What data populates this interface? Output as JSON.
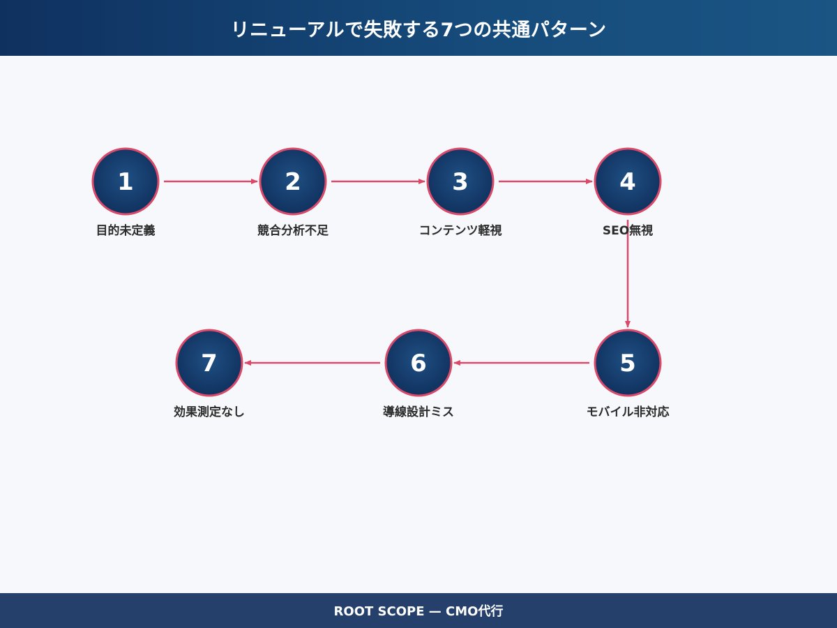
{
  "header": {
    "title": "リニューアルで失敗する7つの共通パターン"
  },
  "steps": [
    {
      "number": "1",
      "label": "目的未定義"
    },
    {
      "number": "2",
      "label": "競合分析不足"
    },
    {
      "number": "3",
      "label": "コンテンツ軽視"
    },
    {
      "number": "4",
      "label": "SEO無視"
    },
    {
      "number": "5",
      "label": "モバイル非対応"
    },
    {
      "number": "6",
      "label": "導線設計ミス"
    },
    {
      "number": "7",
      "label": "効果測定なし"
    }
  ],
  "footer": {
    "text": "ROOT SCOPE — CMO代行"
  },
  "colors": {
    "node_fill_inner": "#1f4f82",
    "node_fill_outer": "#0f2f5c",
    "node_stroke": "#d94a6a",
    "arrow": "#d94a6a"
  }
}
